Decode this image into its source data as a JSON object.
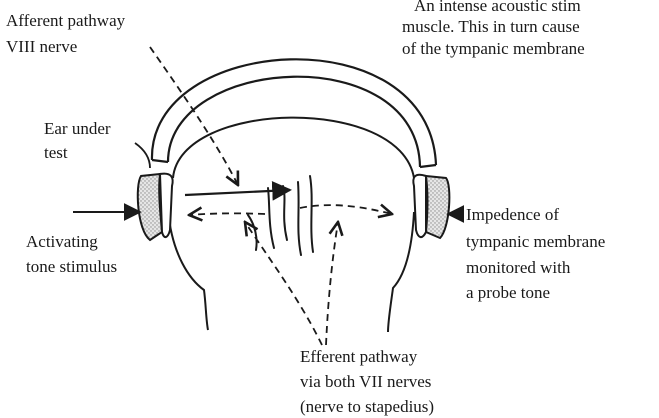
{
  "header_text": {
    "line1": "An intense acoustic stim",
    "line2": "muscle. This in turn cause",
    "line3": "of the tympanic membrane"
  },
  "labels": {
    "afferent": [
      "Afferent pathway",
      "VIII nerve"
    ],
    "ear_under_test": [
      "Ear under",
      "test"
    ],
    "activating": [
      "Activating",
      "tone stimulus"
    ],
    "impedence": [
      "Impedence of",
      "tympanic membrane",
      "monitored with",
      "a probe tone"
    ],
    "efferent": [
      "Efferent pathway",
      "via both VII nerves",
      "(nerve to stapedius)"
    ]
  },
  "colors": {
    "ink": "#1a1a1a",
    "cushion": "#d9d9d9"
  }
}
